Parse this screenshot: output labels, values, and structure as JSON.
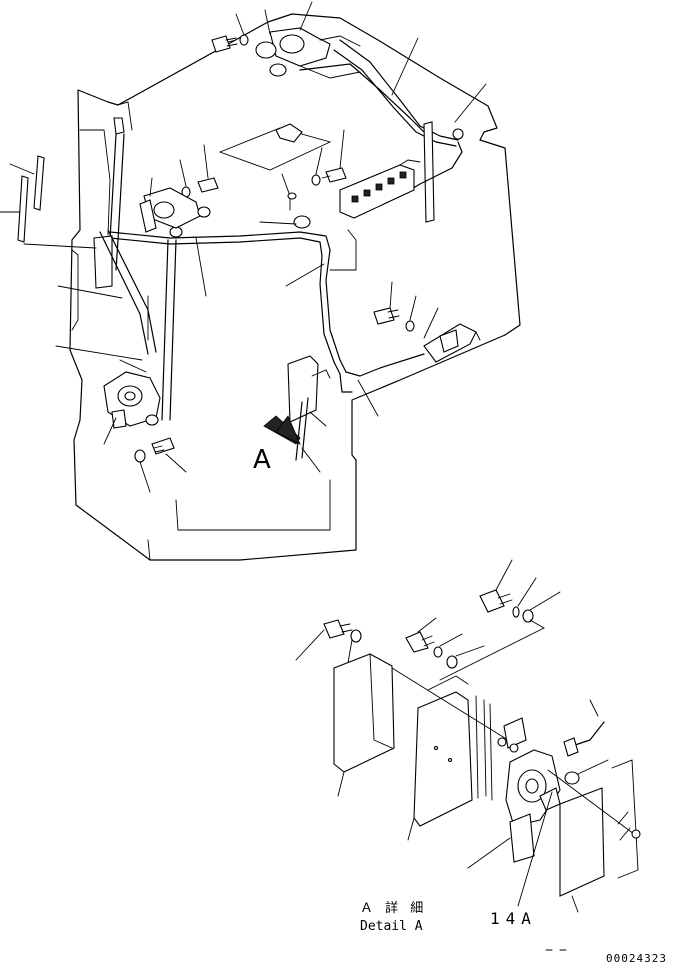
{
  "callouts": {
    "view_letter": "A",
    "detail_jp": "Ａ 詳 細",
    "detail_en": "Detail A",
    "part_ref": "14A",
    "drawing_number": "00024323"
  }
}
